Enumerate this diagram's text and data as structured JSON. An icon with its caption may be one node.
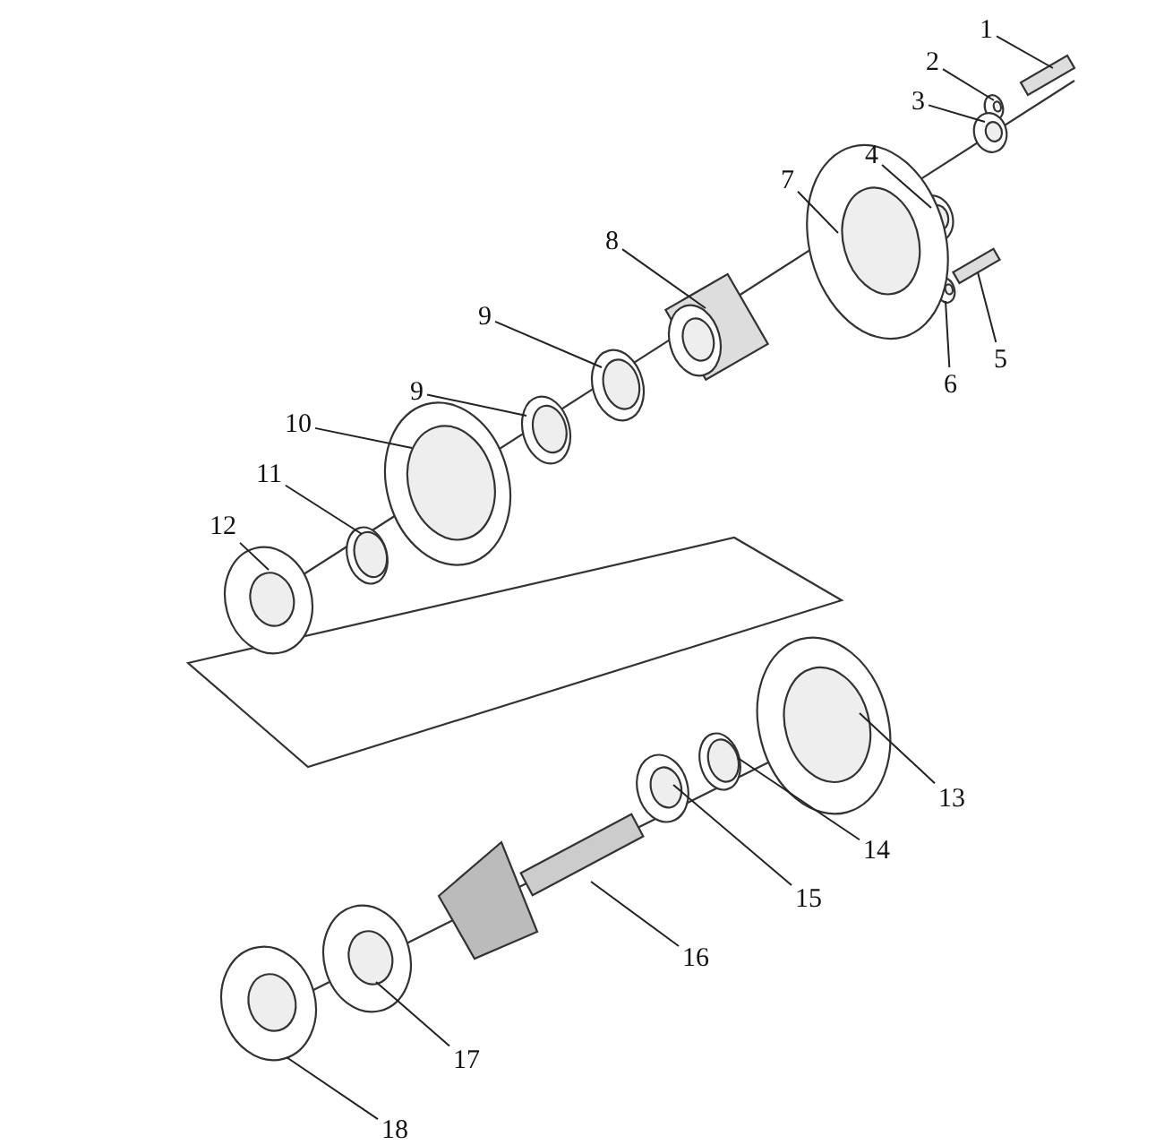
{
  "diagram": {
    "nodes": [
      {
        "text": [
          "1"
        ]
      },
      {
        "text": [
          "2"
        ]
      },
      {
        "text": [
          "3"
        ]
      },
      {
        "text": [
          "4"
        ]
      },
      {
        "text": [
          "5"
        ]
      },
      {
        "text": [
          "6"
        ]
      },
      {
        "text": [
          "7"
        ]
      },
      {
        "text": [
          "8"
        ]
      },
      {
        "text": [
          "9"
        ]
      },
      {
        "text": [
          "9"
        ]
      },
      {
        "text": [
          "10"
        ]
      },
      {
        "text": [
          "11"
        ]
      },
      {
        "text": [
          "12"
        ]
      },
      {
        "text": [
          "13"
        ]
      },
      {
        "text": [
          "14"
        ]
      },
      {
        "text": [
          "15"
        ]
      },
      {
        "text": [
          "16"
        ]
      },
      {
        "text": [
          "17"
        ]
      },
      {
        "text": [
          "18"
        ]
      }
    ],
    "edges": [
      {
        "from": 0,
        "to": null,
        "arrow": "none"
      },
      {
        "from": 1,
        "to": null,
        "arrow": "none"
      },
      {
        "from": 2,
        "to": null,
        "arrow": "none"
      },
      {
        "from": 3,
        "to": null,
        "arrow": "none"
      },
      {
        "from": 4,
        "to": null,
        "arrow": "none"
      },
      {
        "from": 5,
        "to": null,
        "arrow": "none"
      },
      {
        "from": 6,
        "to": null,
        "arrow": "none"
      },
      {
        "from": 7,
        "to": null,
        "arrow": "none"
      },
      {
        "from": 8,
        "to": null,
        "arrow": "none"
      },
      {
        "from": 9,
        "to": null,
        "arrow": "none"
      },
      {
        "from": 10,
        "to": null,
        "arrow": "none"
      },
      {
        "from": 11,
        "to": null,
        "arrow": "none"
      },
      {
        "from": 12,
        "to": null,
        "arrow": "none"
      },
      {
        "from": 13,
        "to": null,
        "arrow": "none"
      },
      {
        "from": 14,
        "to": null,
        "arrow": "none"
      },
      {
        "from": 15,
        "to": null,
        "arrow": "none"
      },
      {
        "from": 16,
        "to": null,
        "arrow": "none"
      },
      {
        "from": 17,
        "to": null,
        "arrow": "none"
      },
      {
        "from": 18,
        "to": null,
        "arrow": "none"
      }
    ]
  }
}
